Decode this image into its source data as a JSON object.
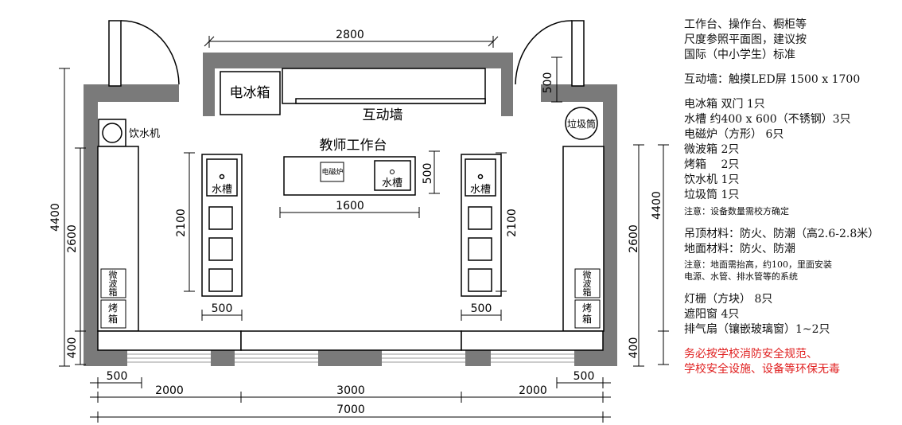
{
  "plan": {
    "labels": {
      "fridge": "电冰箱",
      "wall": "互动墙",
      "dispenser": "饮水机",
      "trash": "垃圾筒",
      "teacher_desk": "教师工作台",
      "induction": "电磁炉",
      "sink_left": "水槽",
      "sink_center": "水槽",
      "sink_right": "水槽",
      "microwave_left": [
        "微",
        "波",
        "箱"
      ],
      "microwave_right": [
        "微",
        "波",
        "箱"
      ],
      "oven_left": [
        "烤",
        "箱"
      ],
      "oven_right": [
        "烤",
        "箱"
      ]
    },
    "dims": {
      "top_2800": "2800",
      "door_500": "500",
      "desk_500": "500",
      "desk_1600": "1600",
      "left_4400": "4400",
      "left_2600": "2600",
      "left_400": "400",
      "right_4400": "4400",
      "right_2600": "2600",
      "right_400": "400",
      "bench_left_2100": "2100",
      "bench_right_2100": "2100",
      "bench_left_500": "500",
      "bench_right_500": "500",
      "bottom_500_left": "500",
      "bottom_500_right": "500",
      "bottom_2000_left": "2000",
      "bottom_3000": "3000",
      "bottom_2000_right": "2000",
      "bottom_7000": "7000"
    }
  },
  "notes": {
    "standard": [
      "工作台、操作台、橱柜等",
      "尺度参照平面图，建议按",
      "国际（中小学生）标准"
    ],
    "wall": "互动墙：触摸LED屏 1500 x 1700",
    "equipment": [
      "电冰箱 双门 1只",
      "水槽 约400 x 600（不锈钢）3只",
      "电磁炉（方形） 6只",
      "微波箱 2只",
      "烤箱 　2只",
      "饮水机 1只",
      "垃圾筒 1只"
    ],
    "equipment_note": "注意：设备数量需校方确定",
    "materials": [
      "吊顶材料：防火、防潮（高2.6-2.8米）",
      "地面材料：防火、防潮"
    ],
    "floor_note": [
      "注意：地面需抬高，约100，里面安装",
      "电源、水管、排水管等的系统"
    ],
    "fixtures": [
      "灯栅（方块） 8只",
      "遮阳窗 4只",
      "排气扇（镶嵌玻璃窗）1~2只"
    ],
    "warning": [
      "务必按学校消防安全规范、",
      "学校安全设施、设备等环保无毒"
    ]
  }
}
